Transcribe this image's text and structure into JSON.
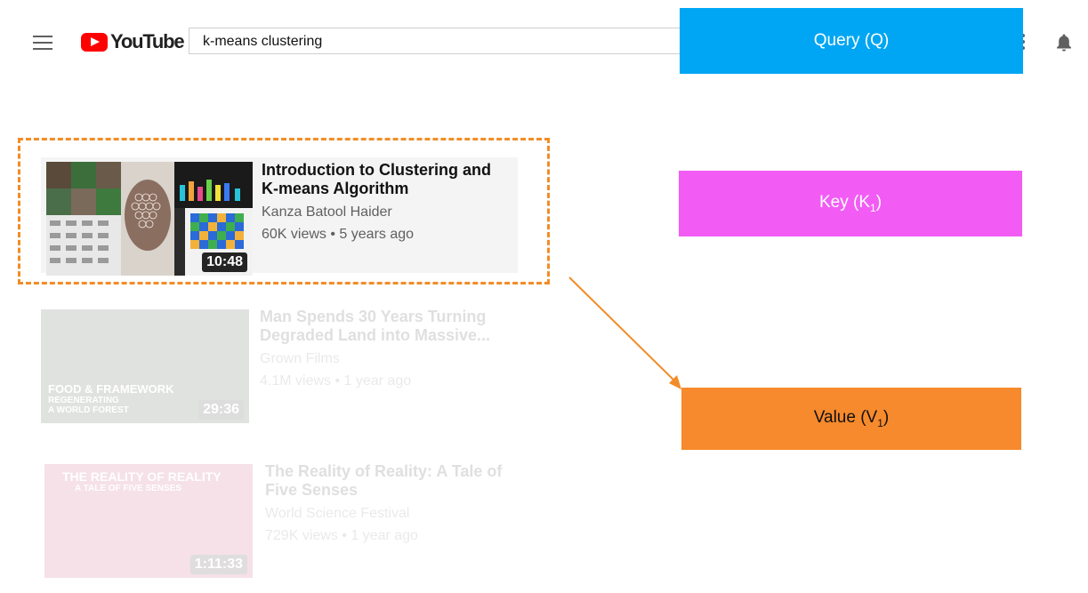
{
  "header": {
    "brand": "YouTube",
    "search": {
      "value": "k-means clustering"
    }
  },
  "results": [
    {
      "title": "Introduction to Clustering and K-means Algorithm",
      "channel": "Kanza Batool Haider",
      "views": "60K views",
      "age": "5 years ago",
      "duration": "10:48",
      "state": "highlighted"
    },
    {
      "title": "Man Spends 30 Years Turning Degraded Land into Massive...",
      "channel": "Grown Films",
      "views": "4.1M views",
      "age": "1 year ago",
      "duration": "29:36",
      "thumb_text": [
        "FOOD & FRAMEWORK",
        "REGENERATING",
        "A WORLD FOREST"
      ],
      "state": "faded"
    },
    {
      "title": "The Reality of Reality: A Tale of Five Senses",
      "channel": "World Science Festival",
      "views": "729K views",
      "age": "1 year ago",
      "duration": "1:11:33",
      "thumb_text": [
        "THE REALITY OF REALITY",
        "A TALE OF FIVE SENSES"
      ],
      "state": "faded"
    }
  ],
  "concepts": {
    "query": {
      "label": "Query (Q)",
      "color": "#00a6f3"
    },
    "key": {
      "label": "Key (K",
      "subscript": "1",
      "suffix": ")",
      "color": "#f25cf5"
    },
    "value": {
      "label": "Value (V",
      "subscript": "1",
      "suffix": ")",
      "color": "#f78a2c"
    }
  },
  "colors": {
    "highlight": "#f28c28",
    "youtube_red": "#ff0000"
  }
}
